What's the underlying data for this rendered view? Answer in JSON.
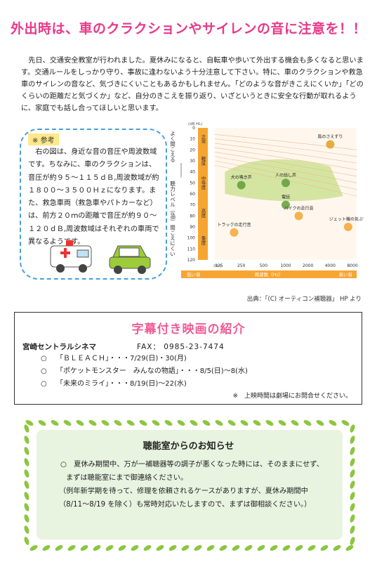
{
  "title": "外出時は、車のクラクションやサイレンの音に注意を！！",
  "intro": "先日、交通安全教室が行われました。夏休みになると、自転車や歩いて外出する機会も多くなると思います。交通ルールをしっかり守り、事故に逢わないよう十分注意して下さい。特に、車のクラクションや救急車のサイレンの音など、気づきにくいこともあるかもしれません。「どのような音がきこえにくいか」「どのくらいの距離だと気づくか」など、自分のきこえを振り返り、いざというときに安全な行動が取れるように、家庭でも話し合ってほしいと思います。",
  "reference": {
    "tag": "※ 参考",
    "text": "右の図は、身近な音の音圧や周波数域です。ちなみに、車のクラクションは、音圧が約９５～１１５ｄＢ,周波数域が約１８００～３５００Ｈｚになります。また、救急車両（救急車やパトカーなど）は、前方２０ｍの距離で音圧が約９０～１２０ｄＢ,周波数域はそれぞれの車両で異なるようです。"
  },
  "chart_data": {
    "type": "scatter",
    "ylabel_top": "よく聞こえる",
    "ylabel_mid": "聴力レベル（dB）",
    "ylabel_bottom": "聞こえにくい",
    "yunit": "(dB HL)",
    "xunit": "(Hz)",
    "yticks": [
      0,
      10,
      20,
      30,
      40,
      50,
      60,
      70,
      80,
      90,
      100,
      110,
      120
    ],
    "xticks": [
      "125",
      "250",
      "500",
      "1000",
      "2000",
      "4000",
      "8000"
    ],
    "xlabel_low": "低い音",
    "xlabel_mid": "周波数（Hz）",
    "xlabel_high": "高い音",
    "bands": [
      "正常",
      "軽度",
      "中等度",
      "高度",
      "重度"
    ],
    "sounds": [
      {
        "label": "鳥のさえずり",
        "x": 4000,
        "y": 15
      },
      {
        "label": "人の話し声",
        "x": 1000,
        "y": 50
      },
      {
        "label": "犬の鳴き声",
        "x": 250,
        "y": 52
      },
      {
        "label": "電話",
        "x": 1000,
        "y": 70
      },
      {
        "label": "バイクの走行音",
        "x": 1500,
        "y": 80
      },
      {
        "label": "トラックの走行音",
        "x": 200,
        "y": 95
      },
      {
        "label": "ジェット機の気ぶ音",
        "x": 7000,
        "y": 90
      }
    ]
  },
  "source": "出典：「(C) オーティコン補聴器」 HP より",
  "cinema": {
    "title": "字幕付き映画の紹介",
    "name": "宮崎セントラルシネマ",
    "fax": "FAX： 0985-23-7474",
    "movies": [
      {
        "bullet": "○",
        "text": "「ＢＬＥＡＣＨ」・・・7/29(日)・30(月)"
      },
      {
        "bullet": "○",
        "text": "「ポケットモンスター　みんなの物語」・・・8/5(日)～8(水)"
      },
      {
        "bullet": "○",
        "text": "「未来のミライ」・・・8/19(日)～22(水)"
      }
    ],
    "note": "※　上映時間は劇場にお問合せください。"
  },
  "notice": {
    "title": "聴能室からのお知らせ",
    "bullet": "○",
    "line1": "夏休み期間中、万が一補聴器等の調子が悪くなった時には、そのままにせず、まずは聴能室にまで御連絡ください。",
    "line2": "（例年新学期を待って、修理を依頼されるケースがありますが、夏休み期間中（8/11～8/19 を除く）も常時対応いたしますので、まずは御相談ください。）"
  },
  "colors": {
    "title": "#e8388a",
    "cinema_title": "#f05b94",
    "frame": "#4aa0d8",
    "band": "#f7a531",
    "notice_bg": "#e8f3e0"
  }
}
